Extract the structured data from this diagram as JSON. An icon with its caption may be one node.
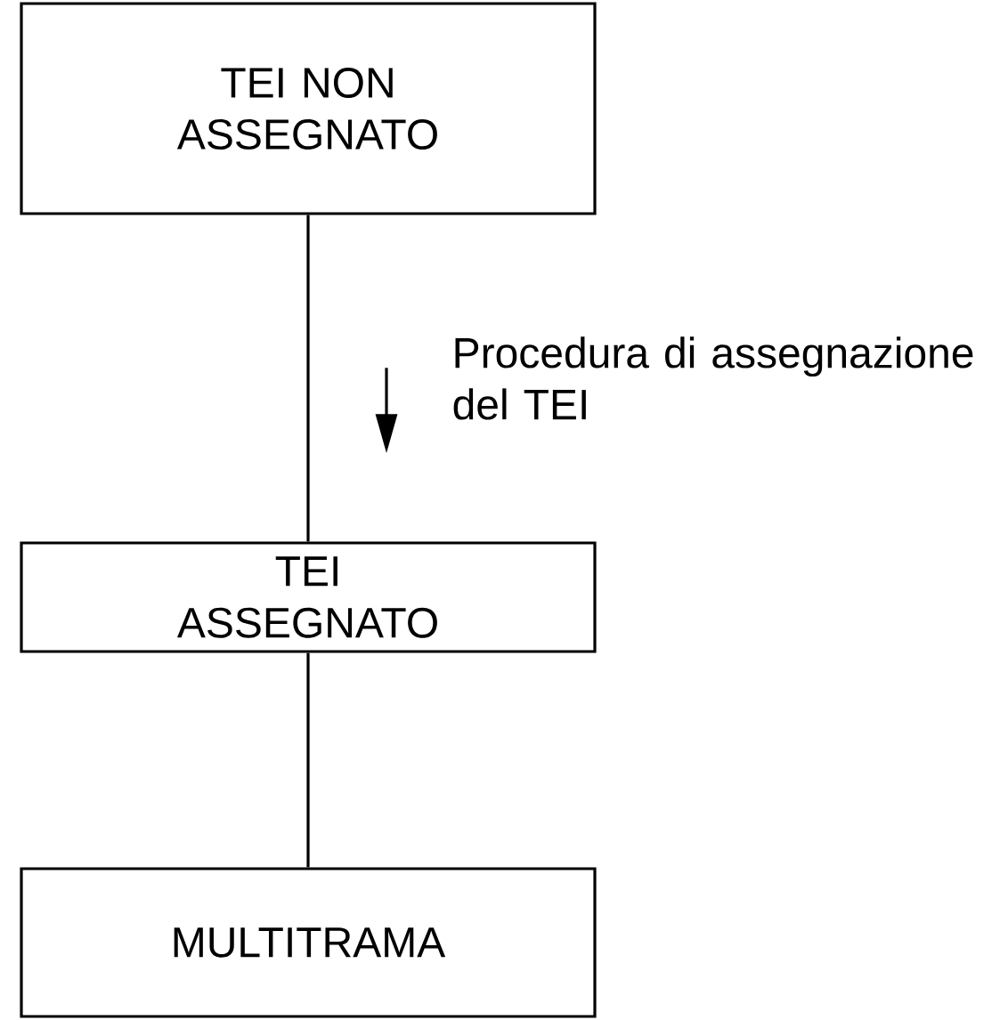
{
  "diagram": {
    "nodes": [
      {
        "text": [
          "TEI NON ASSEGNATO"
        ]
      },
      {
        "text": [
          "TEI ASSEGNATO"
        ]
      },
      {
        "text": [
          "MULTITRAMA"
        ]
      }
    ],
    "edges": [
      {
        "from": 0,
        "to": 1,
        "arrow": "none",
        "label": "Procedura di assegnazione del TEI"
      },
      {
        "from": 1,
        "to": 2,
        "arrow": "none"
      }
    ]
  }
}
